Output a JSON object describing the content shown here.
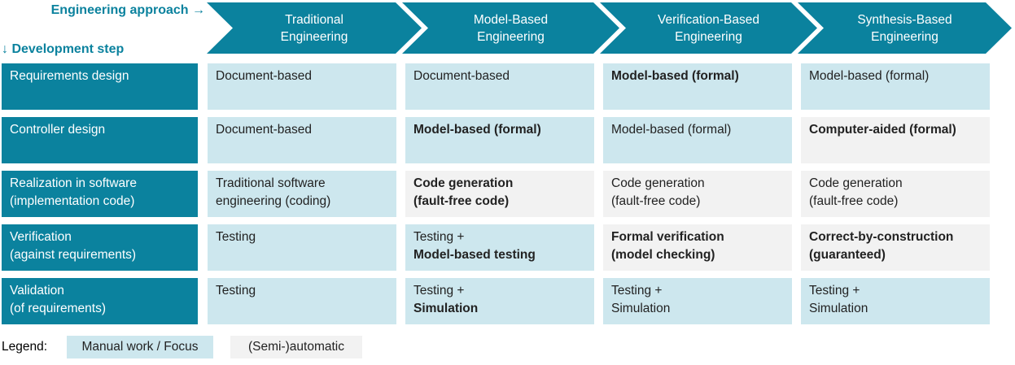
{
  "colors": {
    "teal": "#0b829e",
    "manual_bg": "#cde7ee",
    "auto_bg": "#f2f2f2"
  },
  "icons": {
    "right_arrow": "→",
    "down_arrow": "↓"
  },
  "header": {
    "approach_label": "Engineering approach",
    "step_label": "Development step",
    "columns": [
      "Traditional\nEngineering",
      "Model-Based\nEngineering",
      "Verification-Based\nEngineering",
      "Synthesis-Based\nEngineering"
    ]
  },
  "rows": [
    {
      "label": "Requirements design",
      "cells": [
        {
          "variant": "manual",
          "lines": [
            {
              "t": "Document-based",
              "b": false
            }
          ]
        },
        {
          "variant": "manual",
          "lines": [
            {
              "t": "Document-based",
              "b": false
            }
          ]
        },
        {
          "variant": "manual",
          "lines": [
            {
              "t": "Model-based (formal)",
              "b": true
            }
          ]
        },
        {
          "variant": "manual",
          "lines": [
            {
              "t": "Model-based (formal)",
              "b": false
            }
          ]
        }
      ]
    },
    {
      "label": "Controller design",
      "cells": [
        {
          "variant": "manual",
          "lines": [
            {
              "t": "Document-based",
              "b": false
            }
          ]
        },
        {
          "variant": "manual",
          "lines": [
            {
              "t": "Model-based (formal)",
              "b": true
            }
          ]
        },
        {
          "variant": "manual",
          "lines": [
            {
              "t": "Model-based (formal)",
              "b": false
            }
          ]
        },
        {
          "variant": "auto",
          "lines": [
            {
              "t": "Computer-aided (formal)",
              "b": true
            }
          ]
        }
      ]
    },
    {
      "label": "Realization in software\n(implementation code)",
      "cells": [
        {
          "variant": "manual",
          "lines": [
            {
              "t": "Traditional software",
              "b": false
            },
            {
              "t": "engineering (coding)",
              "b": false
            }
          ]
        },
        {
          "variant": "auto",
          "lines": [
            {
              "t": "Code generation",
              "b": true
            },
            {
              "t": "(fault-free code)",
              "b": true
            }
          ]
        },
        {
          "variant": "auto",
          "lines": [
            {
              "t": "Code generation",
              "b": false
            },
            {
              "t": "(fault-free code)",
              "b": false
            }
          ]
        },
        {
          "variant": "auto",
          "lines": [
            {
              "t": "Code generation",
              "b": false
            },
            {
              "t": "(fault-free code)",
              "b": false
            }
          ]
        }
      ]
    },
    {
      "label": "Verification\n(against requirements)",
      "cells": [
        {
          "variant": "manual",
          "lines": [
            {
              "t": "Testing",
              "b": false
            }
          ]
        },
        {
          "variant": "manual",
          "lines": [
            {
              "t": "Testing +",
              "b": false
            },
            {
              "t": "Model-based testing",
              "b": true
            }
          ]
        },
        {
          "variant": "auto",
          "lines": [
            {
              "t": "Formal verification",
              "b": true
            },
            {
              "t": "(model checking)",
              "b": true
            }
          ]
        },
        {
          "variant": "auto",
          "lines": [
            {
              "t": "Correct-by-construction",
              "b": true
            },
            {
              "t": "(guaranteed)",
              "b": true
            }
          ]
        }
      ]
    },
    {
      "label": "Validation\n(of requirements)",
      "cells": [
        {
          "variant": "manual",
          "lines": [
            {
              "t": "Testing",
              "b": false
            }
          ]
        },
        {
          "variant": "manual",
          "lines": [
            {
              "t": "Testing +",
              "b": false
            },
            {
              "t": "Simulation",
              "b": true
            }
          ]
        },
        {
          "variant": "manual",
          "lines": [
            {
              "t": "Testing +",
              "b": false
            },
            {
              "t": "Simulation",
              "b": false
            }
          ]
        },
        {
          "variant": "manual",
          "lines": [
            {
              "t": "Testing +",
              "b": false
            },
            {
              "t": "Simulation",
              "b": false
            }
          ]
        }
      ]
    }
  ],
  "legend": {
    "label": "Legend:",
    "manual_item": "Manual work / Focus",
    "auto_item": "(Semi-)automatic"
  }
}
